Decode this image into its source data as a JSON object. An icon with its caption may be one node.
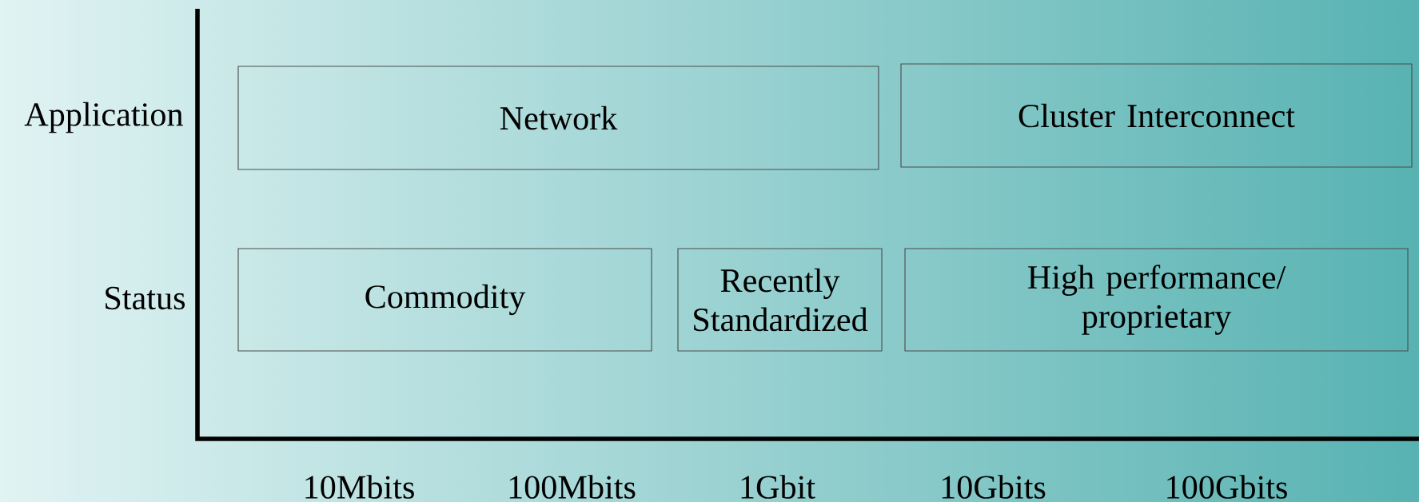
{
  "diagram": {
    "nodes": [
      {
        "text": [
          "Network"
        ]
      },
      {
        "text": [
          "Cluster Interconnect"
        ]
      },
      {
        "text": [
          "Commodity"
        ]
      },
      {
        "text": [
          "Recently Standardized"
        ]
      },
      {
        "text": [
          "High performance/ proprietary"
        ]
      }
    ],
    "labels": [
      "Application",
      "Status",
      "10Mbits",
      "100Mbits",
      "1Gbit",
      "10Gbits",
      "100Gbits"
    ]
  }
}
